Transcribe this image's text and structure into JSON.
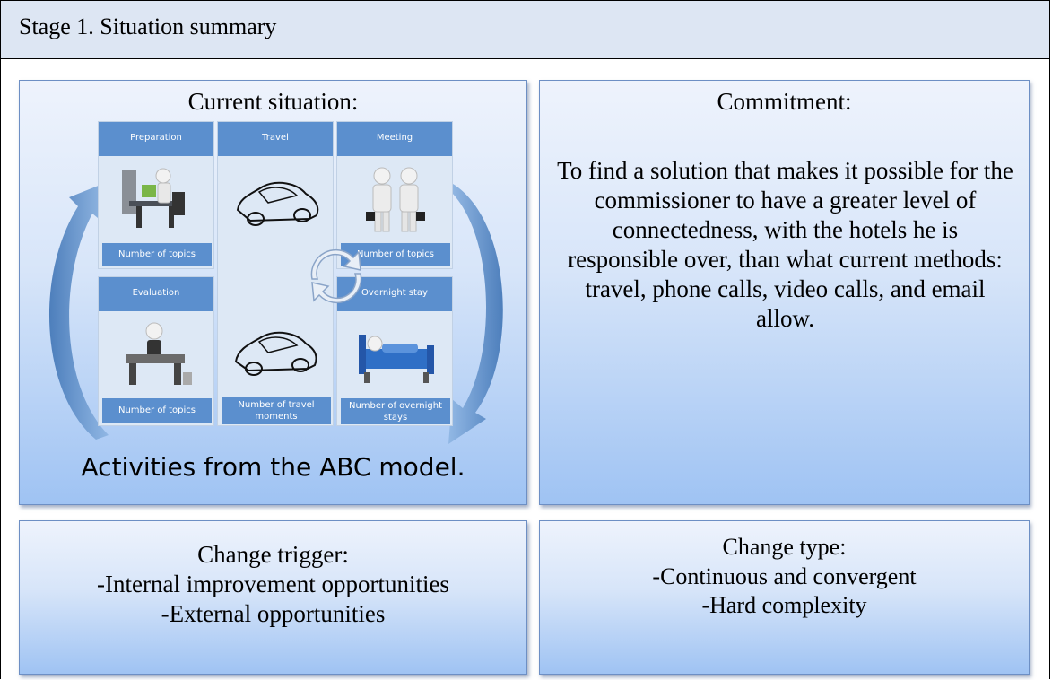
{
  "header": {
    "title": "Stage 1. Situation summary"
  },
  "current_situation": {
    "title": "Current situation:",
    "caption": "Activities from the ABC model.",
    "columns": {
      "preparation": {
        "head": "Preparation",
        "foot": "Number of topics"
      },
      "travel": {
        "head": "Travel",
        "foot": "Number of travel moments"
      },
      "meeting": {
        "head": "Meeting",
        "foot": "Number of topics"
      },
      "evaluation": {
        "head": "Evaluation",
        "foot": "Number of topics"
      },
      "overnight": {
        "head": "Overnight stay",
        "foot": "Number of overnight stays"
      }
    }
  },
  "commitment": {
    "title": "Commitment:",
    "body": "To find a solution that makes it possible for the commissioner to have a greater level of connectedness, with the hotels he is responsible over, than what current methods: travel, phone calls, video calls, and email allow."
  },
  "change_trigger": {
    "title": "Change trigger:",
    "items": [
      "-Internal improvement opportunities",
      "-External opportunities"
    ]
  },
  "change_type": {
    "title": "Change type:",
    "items": [
      "-Continuous and convergent",
      "-Hard complexity"
    ]
  },
  "colors": {
    "header_bg": "#dde6f3",
    "panel_border": "#6d8fc4",
    "column_head": "#5b8fce",
    "arrow": "#5a8fc8"
  }
}
